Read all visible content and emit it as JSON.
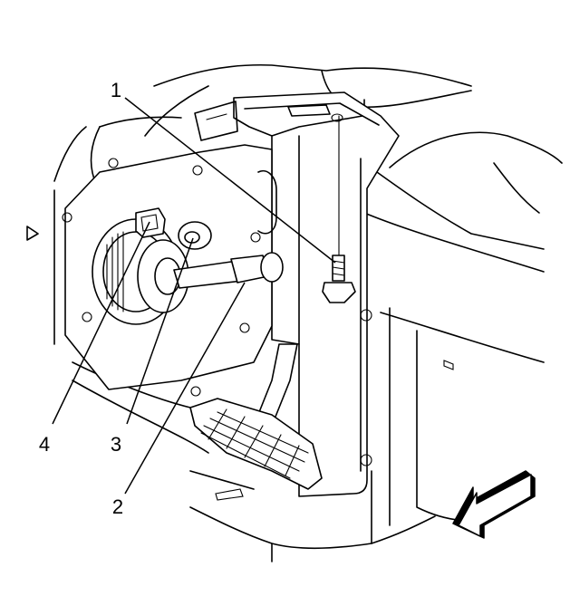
{
  "callouts": [
    {
      "id": "callout-1",
      "label": "1"
    },
    {
      "id": "callout-2",
      "label": "2"
    },
    {
      "id": "callout-3",
      "label": "3"
    },
    {
      "id": "callout-4",
      "label": "4"
    }
  ],
  "icons": {
    "direction_arrow": "front-direction-arrow-icon"
  }
}
